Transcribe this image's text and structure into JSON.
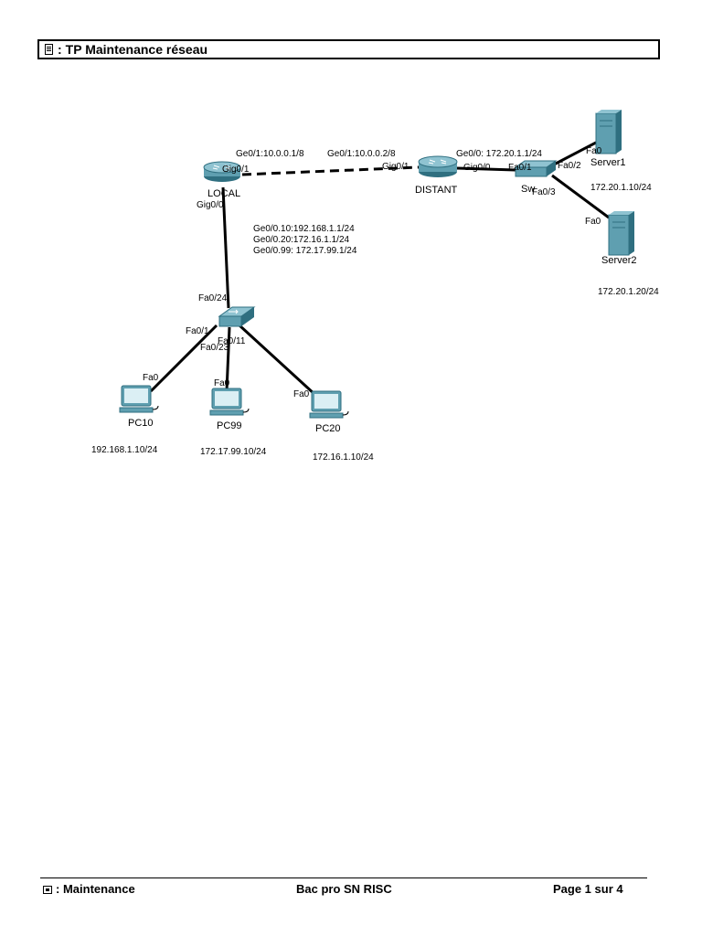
{
  "header": {
    "prefix": ":",
    "title": "TP Maintenance réseau"
  },
  "devices": {
    "local": "LOCAL",
    "distant": "DISTANT",
    "switch_remote": "Sw",
    "server1": "Server1",
    "server2": "Server2",
    "pc10": "PC10",
    "pc99": "PC99",
    "pc20": "PC20"
  },
  "links": {
    "local_gig01": "Gig0/1",
    "local_gig00": "Gig0/0",
    "distant_gig01": "Gig0/1",
    "distant_gig00": "Gig0/0",
    "sw_fa01": "Fa0/1",
    "sw_fa02": "Fa0/2",
    "sw_fa03": "Fa0/3",
    "srv1_fa0": "Fa0",
    "srv2_fa0": "Fa0",
    "lsw_fa024": "Fa0/24",
    "lsw_fa01": "Fa0/1",
    "lsw_fa011": "Fa0/11",
    "lsw_fa023": "Fa0/23",
    "pc10_fa0": "Fa0",
    "pc99_fa0": "Fa0",
    "pc20_fa0": "Fa0"
  },
  "addresses": {
    "local_ge01": "Ge0/1:10.0.0.1/8",
    "distant_ge01": "Ge0/1:10.0.0.2/8",
    "distant_ge00": "Ge0/0: 172.20.1.1/24",
    "sub_10": "Ge0/0.10:192.168.1.1/24",
    "sub_20": "Ge0/0.20:172.16.1.1/24",
    "sub_99": "Ge0/0.99: 172.17.99.1/24",
    "server1_ip": "172.20.1.10/24",
    "server2_ip": "172.20.1.20/24",
    "pc10_ip": "192.168.1.10/24",
    "pc99_ip": "172.17.99.10/24",
    "pc20_ip": "172.16.1.10/24"
  },
  "footer": {
    "prefix": ":",
    "left": "Maintenance",
    "center": "Bac pro SN RISC",
    "right": "Page 1 sur 4"
  },
  "colors": {
    "device_blue": "#5f9fb0",
    "device_dark": "#2f6f80",
    "link": "#000000"
  }
}
